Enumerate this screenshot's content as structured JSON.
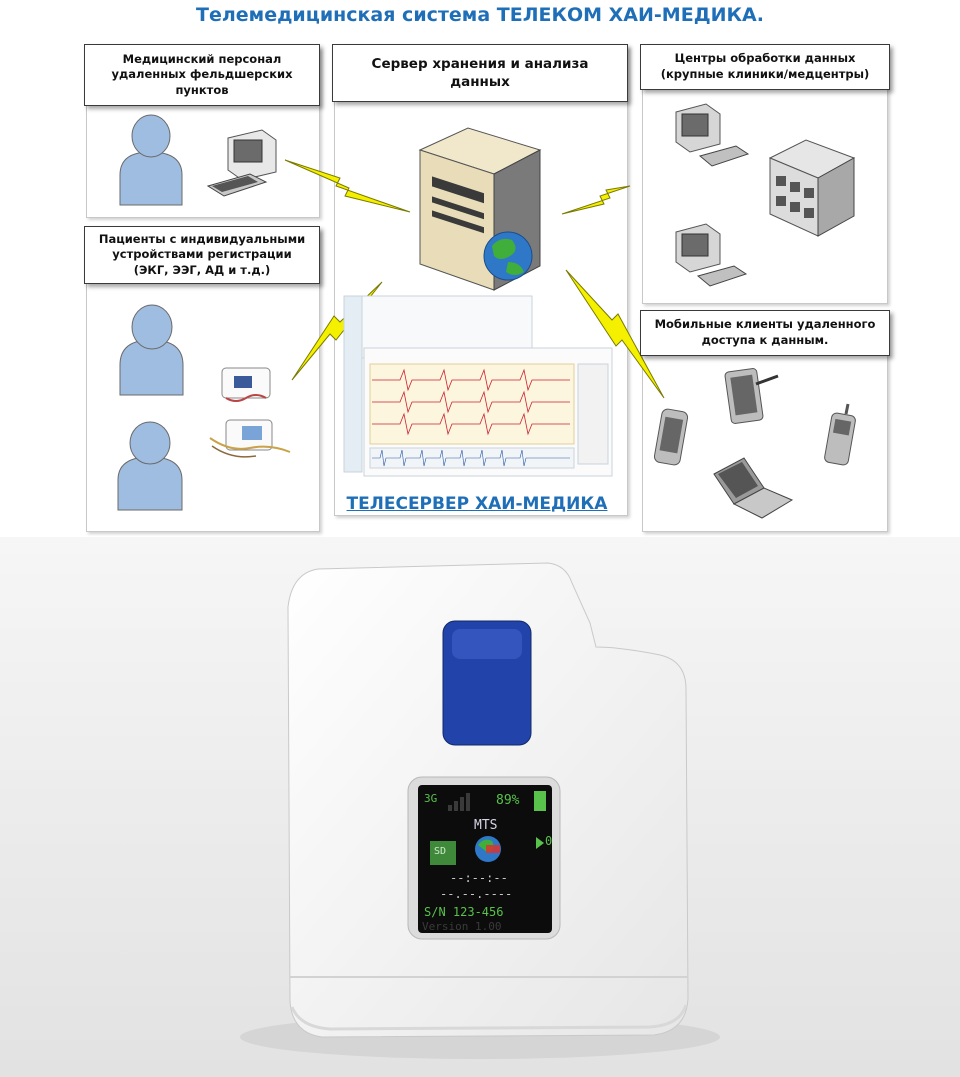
{
  "title": "Телемедицинская система ТЕЛЕКОМ ХАИ-МЕДИКА.",
  "labels": {
    "medical_staff": "Медицинский персонал\nудаленных фельдшерских\nпунктов",
    "server": "Сервер хранения и анализа\nданных",
    "data_centers": "Центры обработки данных\n(крупные клиники/медцентры)",
    "patients": "Пациенты с индивидуальными\nустройствами регистрации\n(ЭКГ, ЭЭГ, АД и т.д.)",
    "mobile_clients": "Мобильные клиенты удаленного\nдоступа к данным."
  },
  "teleserver_caption": "ТЕЛЕСЕРВЕР ХАИ-МЕДИКА",
  "device_screen": {
    "network": "3G",
    "battery": "89%",
    "operator": "MTS",
    "sd": "SD",
    "count": "0",
    "time": "--:--:--",
    "date": "--.--.----",
    "serial": "S/N 123-456",
    "version": "Version 1.00"
  },
  "colors": {
    "accent_blue": "#1f6fb8",
    "person_fill": "#9fbde0",
    "lightning": "#f4f000",
    "device_button": "#2244aa",
    "screen_green": "#58c24a"
  },
  "icons": [
    "person-icon",
    "desktop-computer-icon",
    "server-icon",
    "globe-icon",
    "building-icon",
    "ecg-recorder-icon",
    "smartphone-icon",
    "tablet-icon",
    "cellphone-icon",
    "laptop-icon",
    "lightning-icon"
  ]
}
